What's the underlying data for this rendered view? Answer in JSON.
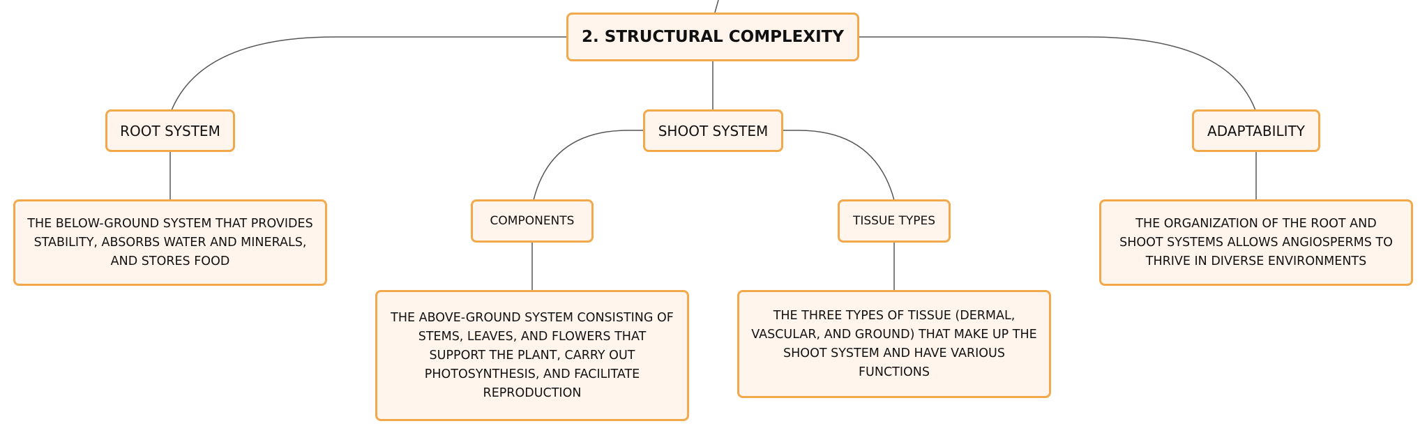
{
  "diagram": {
    "root": {
      "label": "2. STRUCTURAL COMPLEXITY"
    },
    "root_system": {
      "label": "ROOT SYSTEM",
      "description": "THE BELOW-GROUND SYSTEM THAT PROVIDES STABILITY, ABSORBS WATER AND MINERALS, AND STORES FOOD"
    },
    "shoot_system": {
      "label": "SHOOT SYSTEM",
      "components": {
        "label": "COMPONENTS",
        "description": "THE ABOVE-GROUND SYSTEM CONSISTING OF STEMS, LEAVES, AND FLOWERS THAT SUPPORT THE PLANT, CARRY OUT PHOTOSYNTHESIS, AND FACILITATE REPRODUCTION"
      },
      "tissue_types": {
        "label": "TISSUE TYPES",
        "description": "THE THREE TYPES OF TISSUE (DERMAL, VASCULAR, AND GROUND) THAT MAKE UP THE SHOOT SYSTEM AND HAVE VARIOUS FUNCTIONS"
      }
    },
    "adaptability": {
      "label": "ADAPTABILITY",
      "description": "THE ORGANIZATION OF THE ROOT AND SHOOT SYSTEMS ALLOWS ANGIOSPERMS TO THRIVE IN DIVERSE ENVIRONMENTS"
    }
  },
  "colors": {
    "node_fill": "#fff5ec",
    "node_border": "#f1a94c",
    "connector": "#555555"
  }
}
